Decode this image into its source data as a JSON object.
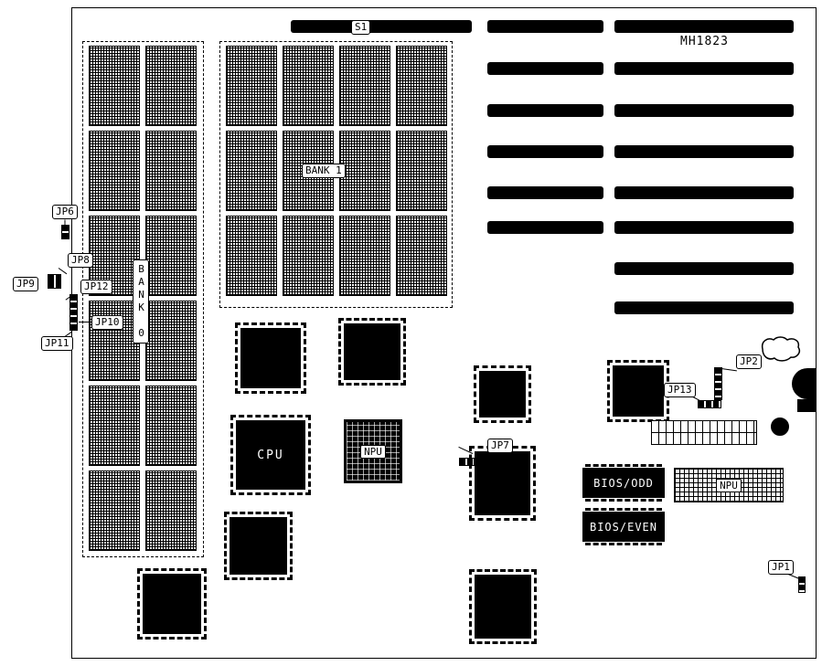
{
  "board": {
    "model_label": "MH1823",
    "switch_s1": "S1",
    "bank0_label": "BANK 0",
    "bank1_label": "BANK 1",
    "cpu_label": "CPU",
    "npu_chip_label": "NPU",
    "npu_socket_label": "NPU",
    "bios_odd_label": "BIOS/ODD",
    "bios_even_label": "BIOS/EVEN",
    "jumpers": {
      "jp1": "JP1",
      "jp2": "JP2",
      "jp6": "JP6",
      "jp7": "JP7",
      "jp8": "JP8",
      "jp9": "JP9",
      "jp10": "JP10",
      "jp11": "JP11",
      "jp12": "JP12",
      "jp13": "JP13"
    }
  }
}
